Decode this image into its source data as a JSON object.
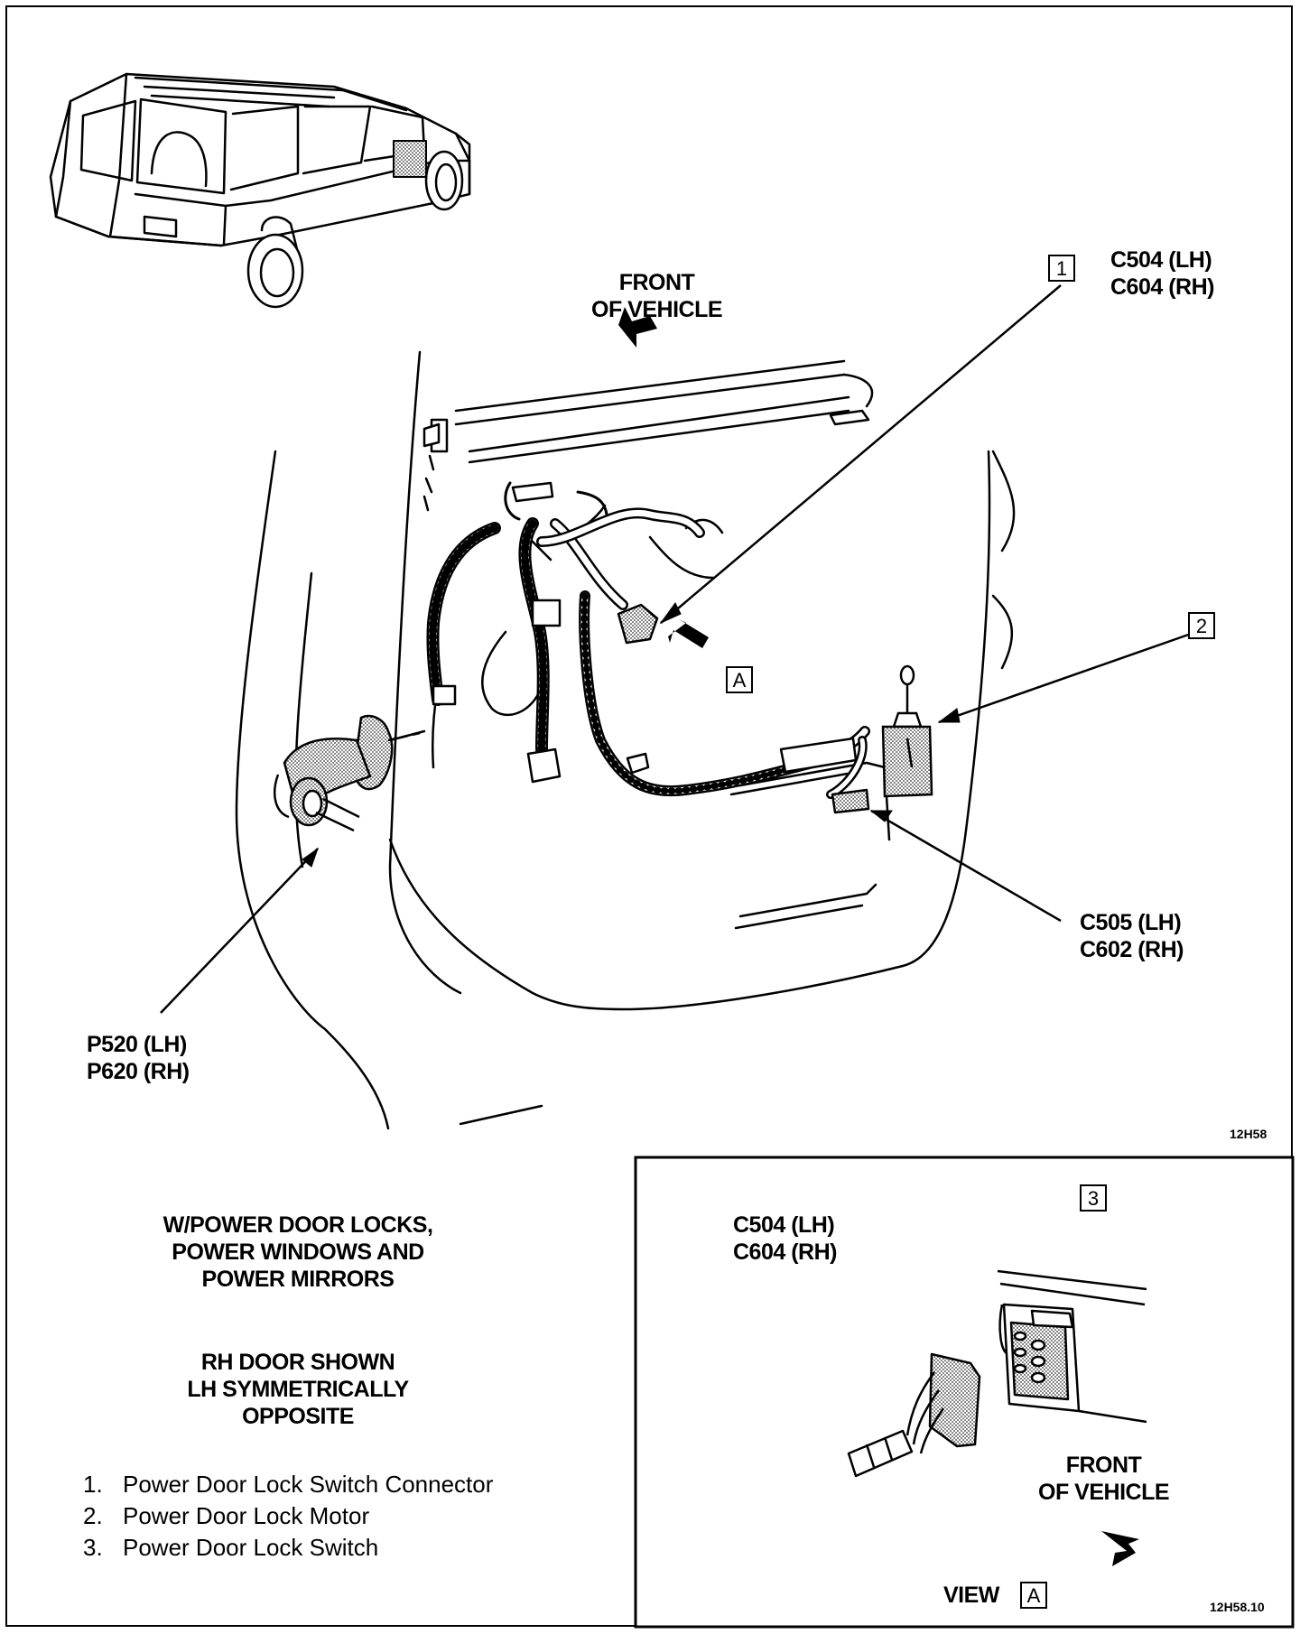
{
  "callouts": {
    "c1": {
      "number": "1",
      "lines": [
        "C504 (LH)",
        "C604 (RH)"
      ]
    },
    "c2": {
      "number": "2"
    },
    "c3": {
      "number": "3"
    },
    "c505": {
      "lines": [
        "C505 (LH)",
        "C602 (RH)"
      ]
    },
    "p520": {
      "lines": [
        "P520 (LH)",
        "P620 (RH)"
      ]
    },
    "view_a_marker": "A",
    "inset_c504": {
      "lines": [
        "C504 (LH)",
        "C604 (RH)"
      ]
    }
  },
  "front_main": {
    "lines": [
      "FRONT",
      "OF VEHICLE"
    ]
  },
  "front_inset": {
    "lines": [
      "FRONT",
      "OF VEHICLE"
    ]
  },
  "view_a": {
    "word": "VIEW",
    "letter": "A"
  },
  "figure_ids": {
    "main": "12H58",
    "inset": "12H58.10"
  },
  "notes": {
    "equipment": [
      "W/POWER DOOR LOCKS,",
      "POWER WINDOWS AND",
      "POWER MIRRORS"
    ],
    "door": [
      "RH DOOR SHOWN",
      "LH SYMMETRICALLY",
      "OPPOSITE"
    ]
  },
  "legend": [
    {
      "num": "1.",
      "text": "Power Door Lock Switch Connector"
    },
    {
      "num": "2.",
      "text": "Power Door Lock Motor"
    },
    {
      "num": "3.",
      "text": "Power Door Lock Switch"
    }
  ]
}
